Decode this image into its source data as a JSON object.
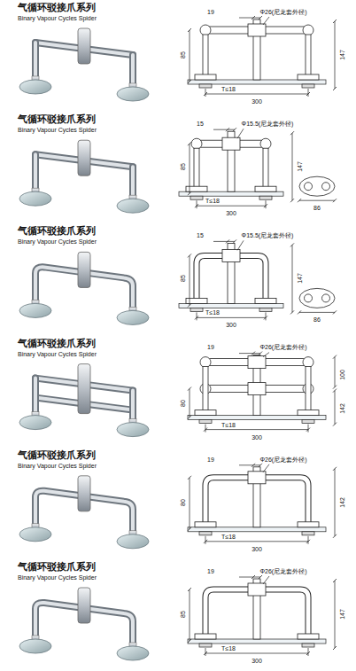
{
  "diagram": {
    "labels": [
      "气循环驳接爪系列",
      "Binary Vapour Cycles Spider",
      "19",
      "Φ26(尼龙套外径)",
      "85",
      "147",
      "T≤18",
      "300",
      "气循环驳接爪系列",
      "Binary Vapour Cycles Spider",
      "15",
      "Φ15.5(尼龙套外径)",
      "85",
      "147",
      "T≤18",
      "300",
      "86",
      "气循环驳接爪系列",
      "Binary Vapour Cycles Spider",
      "15",
      "Φ15.5(尼龙套外径)",
      "85",
      "147",
      "T≤18",
      "300",
      "86",
      "气循环驳接爪系列",
      "Binary Vapour Cycles Spider",
      "19",
      "Φ26(尼龙套外径)",
      "100",
      "80",
      "142",
      "T≤18",
      "300",
      "气循环驳接爪系列",
      "Binary Vapour Cycles Spider",
      "19",
      "Φ26(尼龙套外径)",
      "80",
      "142",
      "T≤18",
      "300",
      "气循环驳接爪系列",
      "Binary Vapour Cycles Spider",
      "19",
      "Φ26(尼龙套外径)",
      "85",
      "147",
      "T≤18",
      "300"
    ]
  }
}
